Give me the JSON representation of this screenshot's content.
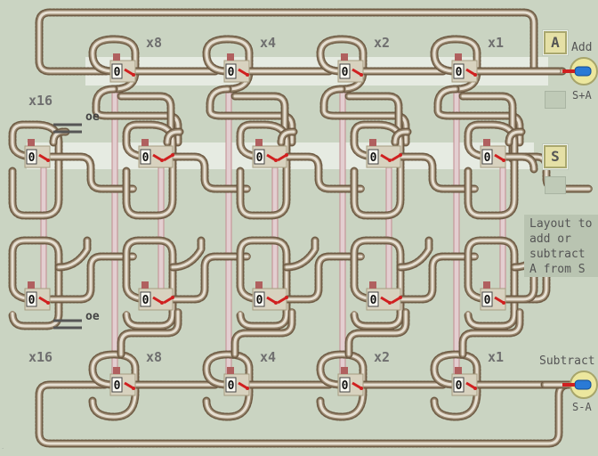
{
  "multipliers_top": [
    "x8",
    "x4",
    "x2",
    "x1"
  ],
  "multipliers_bottom": [
    "x8",
    "x4",
    "x2",
    "x1"
  ],
  "label_x16_top": "x16",
  "label_x16_bottom": "x16",
  "oe_top": "oe",
  "oe_bottom": "oe",
  "register_a": "A",
  "register_s": "S",
  "station_add_label": "Add",
  "station_add_sub": "S+A",
  "station_sub_label": "Subtract",
  "station_sub_sub": "S-A",
  "note_text": "Layout to add or subtract A from S",
  "counter_value": "0",
  "colors": {
    "background": "#cad4c2",
    "rail": "#8c7a63",
    "tie": "#6e5b44",
    "switch_red": "#d02020",
    "train_blue": "#2a7ad6",
    "station_yellow": "#e8e49a",
    "strip": "#e6ebe2",
    "link_pink": "#e0c6c8"
  }
}
